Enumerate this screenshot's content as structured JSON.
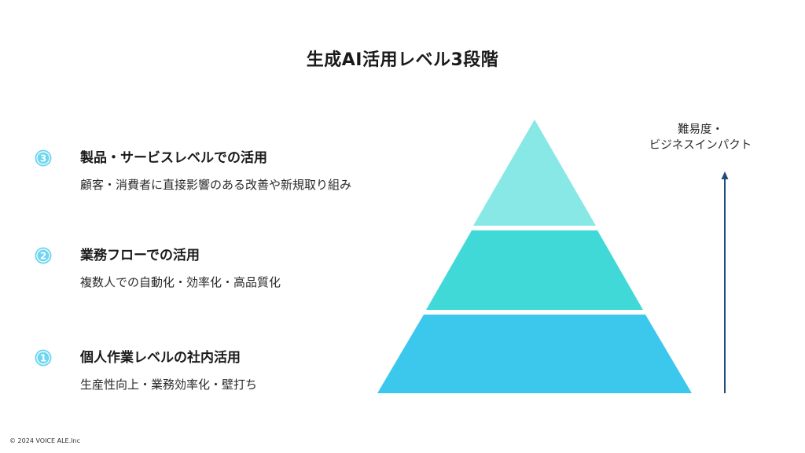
{
  "title": "生成AI活用レベル3段階",
  "levels": [
    {
      "number": "3",
      "heading": "製品・サービスレベルでの活用",
      "description": "顧客・消費者に直接影響のある改善や新規取り組み"
    },
    {
      "number": "2",
      "heading": "業務フローでの活用",
      "description": "複数人での自動化・効率化・高品質化"
    },
    {
      "number": "1",
      "heading": "個人作業レベルの社内活用",
      "description": "生産性向上・業務効率化・壁打ち"
    }
  ],
  "axis": {
    "line1": "難易度・",
    "line2": "ビジネスインパクト"
  },
  "footer": "© 2024 VOICE ALE.Inc",
  "colors": {
    "tier_top": "#88E8E6",
    "tier_middle": "#40D9D7",
    "tier_bottom": "#3CC8EC",
    "badge": "#6ED6F0",
    "arrow": "#1E4C7A"
  }
}
